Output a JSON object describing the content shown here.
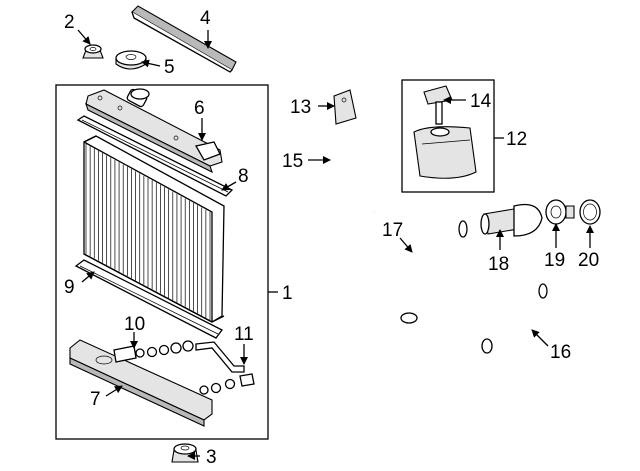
{
  "title": "Radiator & Components exploded parts diagram",
  "callouts": {
    "c1": "1",
    "c2": "2",
    "c3": "3",
    "c4": "4",
    "c5": "5",
    "c6": "6",
    "c7": "7",
    "c8": "8",
    "c9": "9",
    "c10": "10",
    "c11": "11",
    "c12": "12",
    "c13": "13",
    "c14": "14",
    "c15": "15",
    "c16": "16",
    "c17": "17",
    "c18": "18",
    "c19": "19",
    "c20": "20"
  },
  "icons": {
    "arrow": "arrow-icon",
    "bracket": "assembly-bracket-icon"
  },
  "colors": {
    "line": "#000000",
    "fill_light": "#e4e4e4",
    "fill_dark": "#b9b9b9",
    "background": "#ffffff"
  }
}
